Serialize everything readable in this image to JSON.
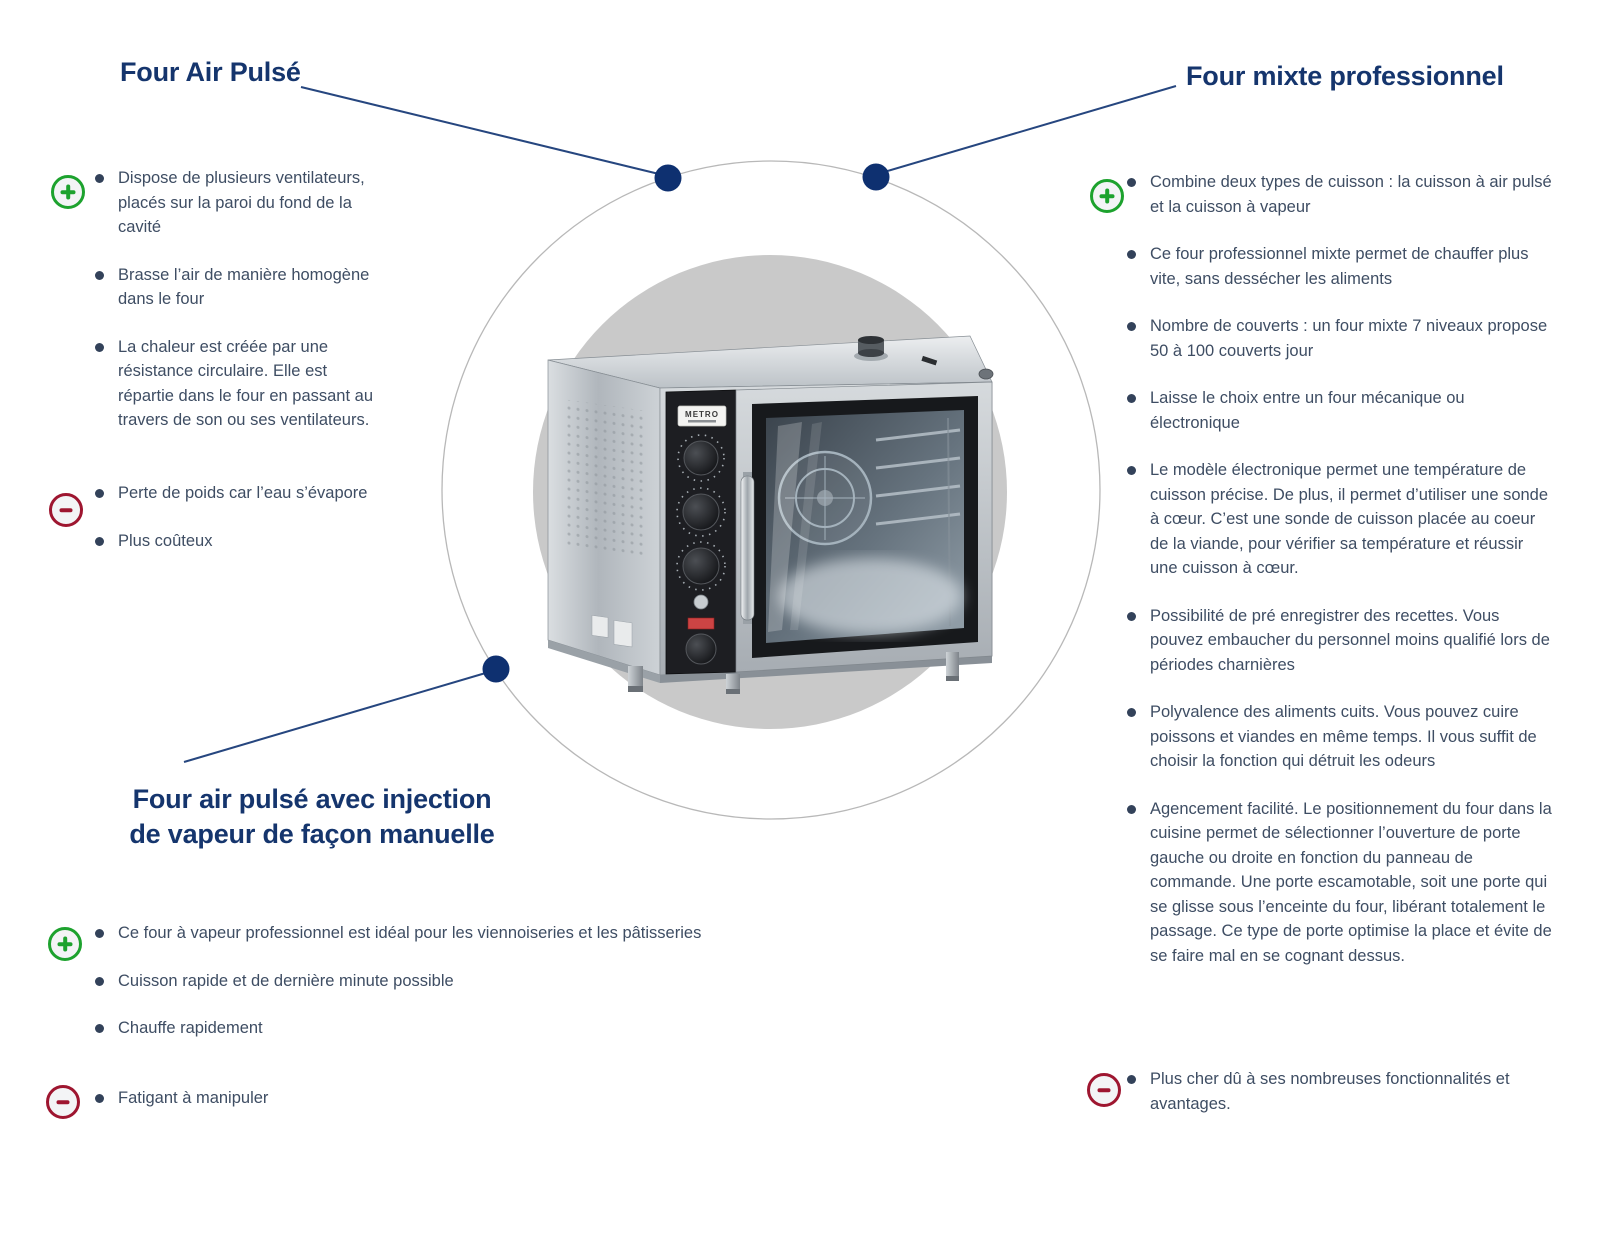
{
  "colors": {
    "title_navy": "#15356d",
    "body_text": "#3e4d63",
    "bullet_dot": "#33425a",
    "connector_line": "#26467f",
    "connector_dot": "#0e3070",
    "orbit_circle": "#b8b8b8",
    "backdrop_circle": "#c9c9c9",
    "plus_green": "#1da22e",
    "minus_red": "#9e1630"
  },
  "icons": {
    "plus": "plus-icon",
    "minus": "minus-icon",
    "bullet": "bullet-dot-icon"
  },
  "center": {
    "brand": "METRO"
  },
  "sections": {
    "air_pulse": {
      "title": "Four Air Pulsé",
      "pros": [
        "Dispose de plusieurs ventilateurs, placés sur la paroi du fond de la cavité",
        "Brasse l’air de manière homogène dans le four",
        "La chaleur est créée par une résistance circulaire. Elle est répartie dans le four en passant au travers de son ou ses ventilateurs."
      ],
      "cons": [
        "Perte de poids car l’eau s’évapore",
        "Plus coûteux"
      ]
    },
    "mixte": {
      "title": "Four mixte professionnel",
      "pros": [
        "Combine deux types de cuisson : la cuisson à air pulsé et la cuisson à vapeur",
        "Ce four professionnel mixte permet de chauffer plus vite, sans dessécher les aliments",
        "Nombre de couverts : un four mixte 7 niveaux propose 50 à 100 couverts jour",
        "Laisse le choix entre un four mécanique ou électronique",
        "Le modèle électronique permet une température de cuisson précise. De plus, il permet d’utiliser une sonde à cœur. C’est une sonde de cuisson placée au coeur de la viande, pour vérifier sa température et réussir une cuisson à cœur.",
        "Possibilité de pré enregistrer des recettes. Vous pouvez embaucher du personnel moins qualifié lors de périodes charnières",
        "Polyvalence des aliments cuits. Vous pouvez cuire poissons et viandes en même temps. Il vous suffit de choisir la fonction qui détruit les odeurs",
        "Agencement facilité. Le positionnement du four dans la cuisine permet de sélectionner l’ouverture de porte gauche ou droite en fonction du panneau de commande. Une porte escamotable, soit une porte qui se glisse sous l’enceinte du four, libérant totalement le passage. Ce type de porte optimise la place et évite de se faire mal en se cognant dessus."
      ],
      "cons": [
        "Plus cher dû à ses nombreuses fonctionnalités et avantages."
      ]
    },
    "vapeur_manuelle": {
      "title_line1": "Four air pulsé avec injection",
      "title_line2": "de vapeur de façon manuelle",
      "pros": [
        "Ce four à vapeur professionnel est idéal pour les viennoiseries et les pâtisseries",
        "Cuisson rapide et de dernière minute possible",
        "Chauffe rapidement"
      ],
      "cons": [
        "Fatigant à manipuler"
      ]
    }
  }
}
